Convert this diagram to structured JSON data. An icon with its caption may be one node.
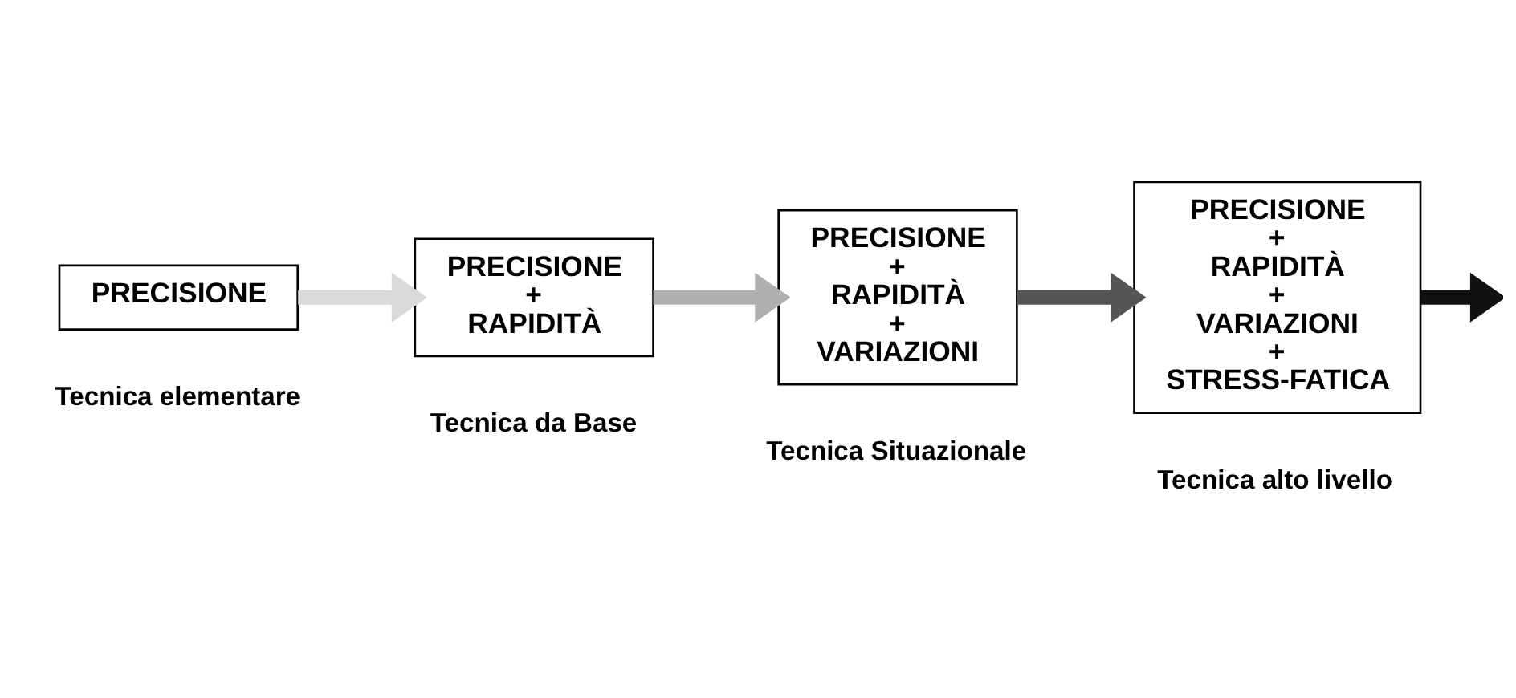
{
  "diagram": {
    "nodes": [
      {
        "text": [
          "PRECISIONE"
        ],
        "beside": [
          "Tecnica elementare"
        ]
      },
      {
        "text": [
          "PRECISIONE",
          "+",
          "RAPIDITÀ"
        ],
        "beside": [
          "Tecnica da Base"
        ]
      },
      {
        "text": [
          "PRECISIONE",
          "+",
          "RAPIDITÀ",
          "+",
          "VARIAZIONI"
        ],
        "beside": [
          "Tecnica Situazionale"
        ]
      },
      {
        "text": [
          "PRECISIONE",
          "+",
          "RAPIDITÀ",
          "+",
          "VARIAZIONI",
          "+",
          "STRESS-FATICA"
        ],
        "beside": [
          "Tecnica alto livello"
        ]
      }
    ],
    "edges": [
      {
        "from": 0,
        "to": 1,
        "arrow": "to",
        "color": "#d9d9d9"
      },
      {
        "from": 1,
        "to": 2,
        "arrow": "to",
        "color": "#b0b0b0"
      },
      {
        "from": 2,
        "to": 3,
        "arrow": "to",
        "color": "#555555"
      },
      {
        "from": 3,
        "to": null,
        "arrow": "to",
        "color": "#111111"
      }
    ]
  }
}
